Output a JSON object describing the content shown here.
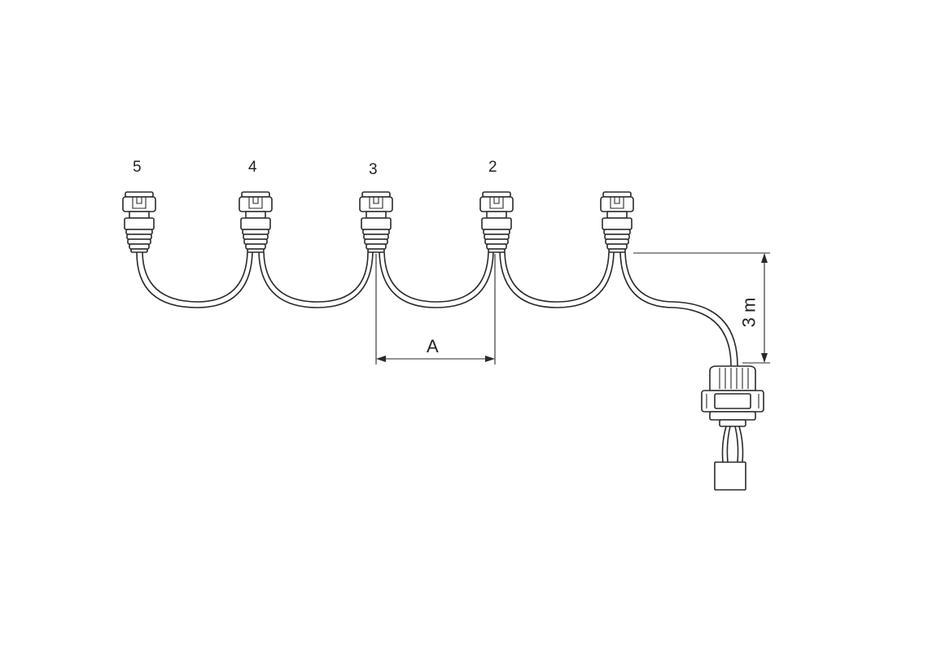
{
  "connectors": [
    {
      "id": "5",
      "label": "5"
    },
    {
      "id": "4",
      "label": "4"
    },
    {
      "id": "3",
      "label": "3"
    },
    {
      "id": "2",
      "label": "2"
    },
    {
      "id": "1",
      "label": ""
    }
  ],
  "dimensions": {
    "spacing_label": "A",
    "lead_length_label": "3 m"
  },
  "colors": {
    "line": "#2a2a2a",
    "background": "#ffffff"
  }
}
